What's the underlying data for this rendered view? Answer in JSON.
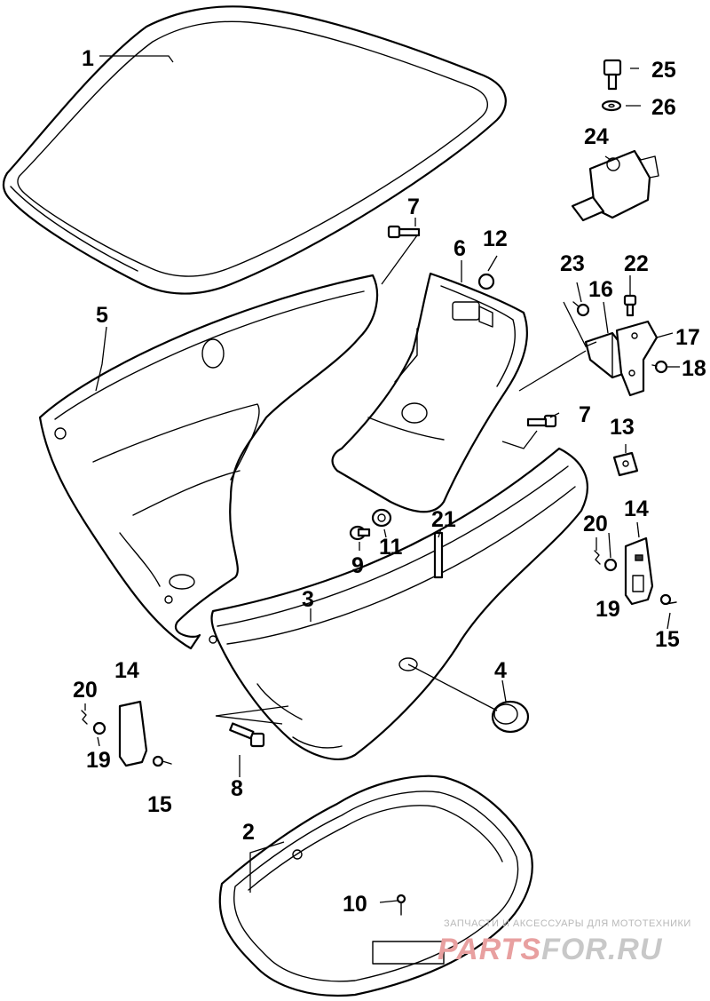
{
  "callouts": [
    {
      "id": "1",
      "label": "1"
    },
    {
      "id": "2",
      "label": "2"
    },
    {
      "id": "3",
      "label": "3"
    },
    {
      "id": "4",
      "label": "4"
    },
    {
      "id": "5",
      "label": "5"
    },
    {
      "id": "6",
      "label": "6"
    },
    {
      "id": "7a",
      "label": "7"
    },
    {
      "id": "7b",
      "label": "7"
    },
    {
      "id": "8",
      "label": "8"
    },
    {
      "id": "9",
      "label": "9"
    },
    {
      "id": "10",
      "label": "10"
    },
    {
      "id": "11",
      "label": "11"
    },
    {
      "id": "12",
      "label": "12"
    },
    {
      "id": "13",
      "label": "13"
    },
    {
      "id": "14a",
      "label": "14"
    },
    {
      "id": "14b",
      "label": "14"
    },
    {
      "id": "15a",
      "label": "15"
    },
    {
      "id": "15b",
      "label": "15"
    },
    {
      "id": "16",
      "label": "16"
    },
    {
      "id": "17",
      "label": "17"
    },
    {
      "id": "18",
      "label": "18"
    },
    {
      "id": "19a",
      "label": "19"
    },
    {
      "id": "19b",
      "label": "19"
    },
    {
      "id": "20a",
      "label": "20"
    },
    {
      "id": "20b",
      "label": "20"
    },
    {
      "id": "21",
      "label": "21"
    },
    {
      "id": "22",
      "label": "22"
    },
    {
      "id": "23",
      "label": "23"
    },
    {
      "id": "24",
      "label": "24"
    },
    {
      "id": "25",
      "label": "25"
    },
    {
      "id": "26",
      "label": "26"
    }
  ],
  "watermark": {
    "tagline": "ЗАПЧАСТИ И АКСЕССУАРЫ ДЛЯ МОТОТЕХНИКИ",
    "brand_left": "PARTS",
    "brand_right": "FOR.RU",
    "color_left": "#e8a0a0",
    "color_right": "#c8c8c8"
  }
}
